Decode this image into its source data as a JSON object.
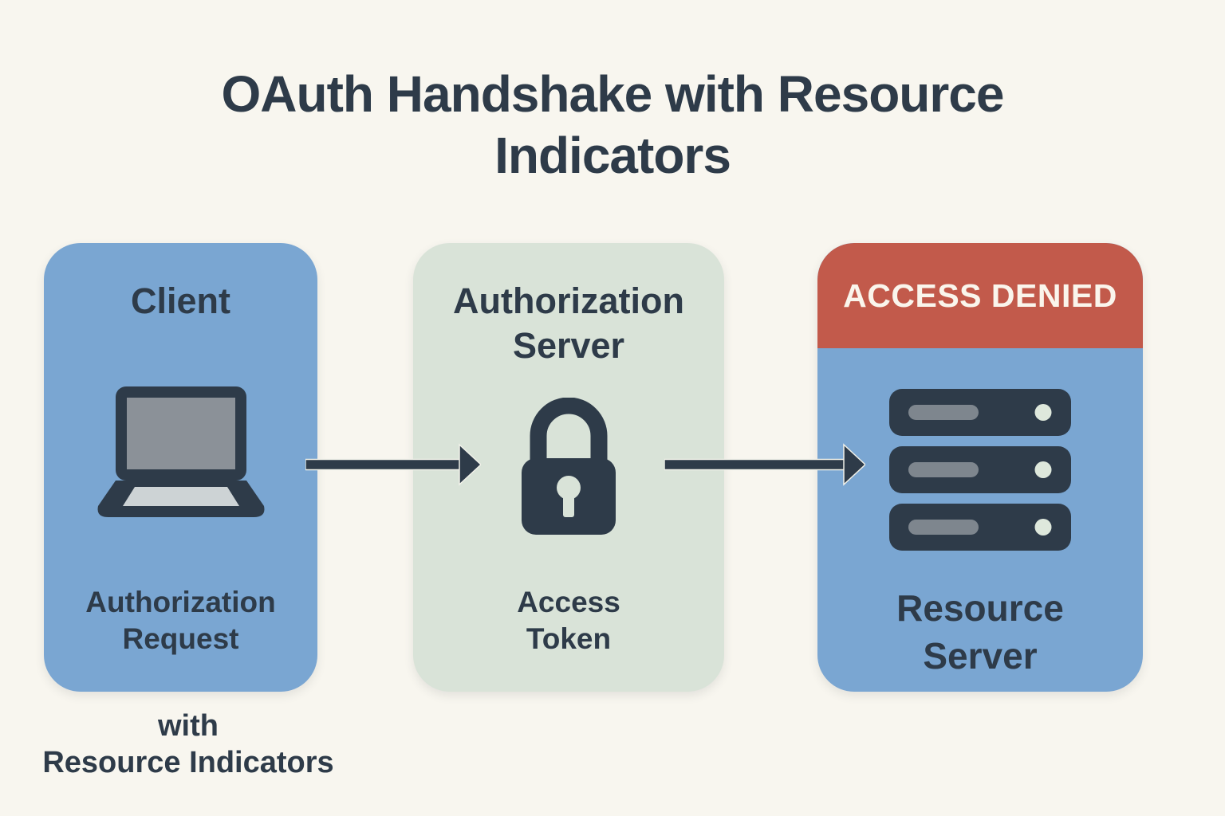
{
  "title": "OAuth Handshake with Resource Indicators",
  "client": {
    "label": "Client",
    "icon": "laptop-icon",
    "sublabel_line1": "Authorization",
    "sublabel_line2": "Request",
    "caption_line1": "with",
    "caption_line2": "Resource Indicators"
  },
  "auth_server": {
    "label_line1": "Authorization",
    "label_line2": "Server",
    "icon": "lock-icon",
    "sublabel_line1": "Access",
    "sublabel_line2": "Token"
  },
  "resource_server": {
    "banner": "ACCESS DENIED",
    "icon": "server-stack-icon",
    "label_line1": "Resource",
    "label_line2": "Server"
  },
  "colors": {
    "background": "#f8f6ef",
    "ink": "#2e3b49",
    "client_fill": "#7aa6d2",
    "auth_fill": "#d9e3d8",
    "resource_fill": "#7aa6d2",
    "denied_fill": "#c25a4b",
    "denied_text": "#faf5ec",
    "arrow": "#2e3b49"
  }
}
